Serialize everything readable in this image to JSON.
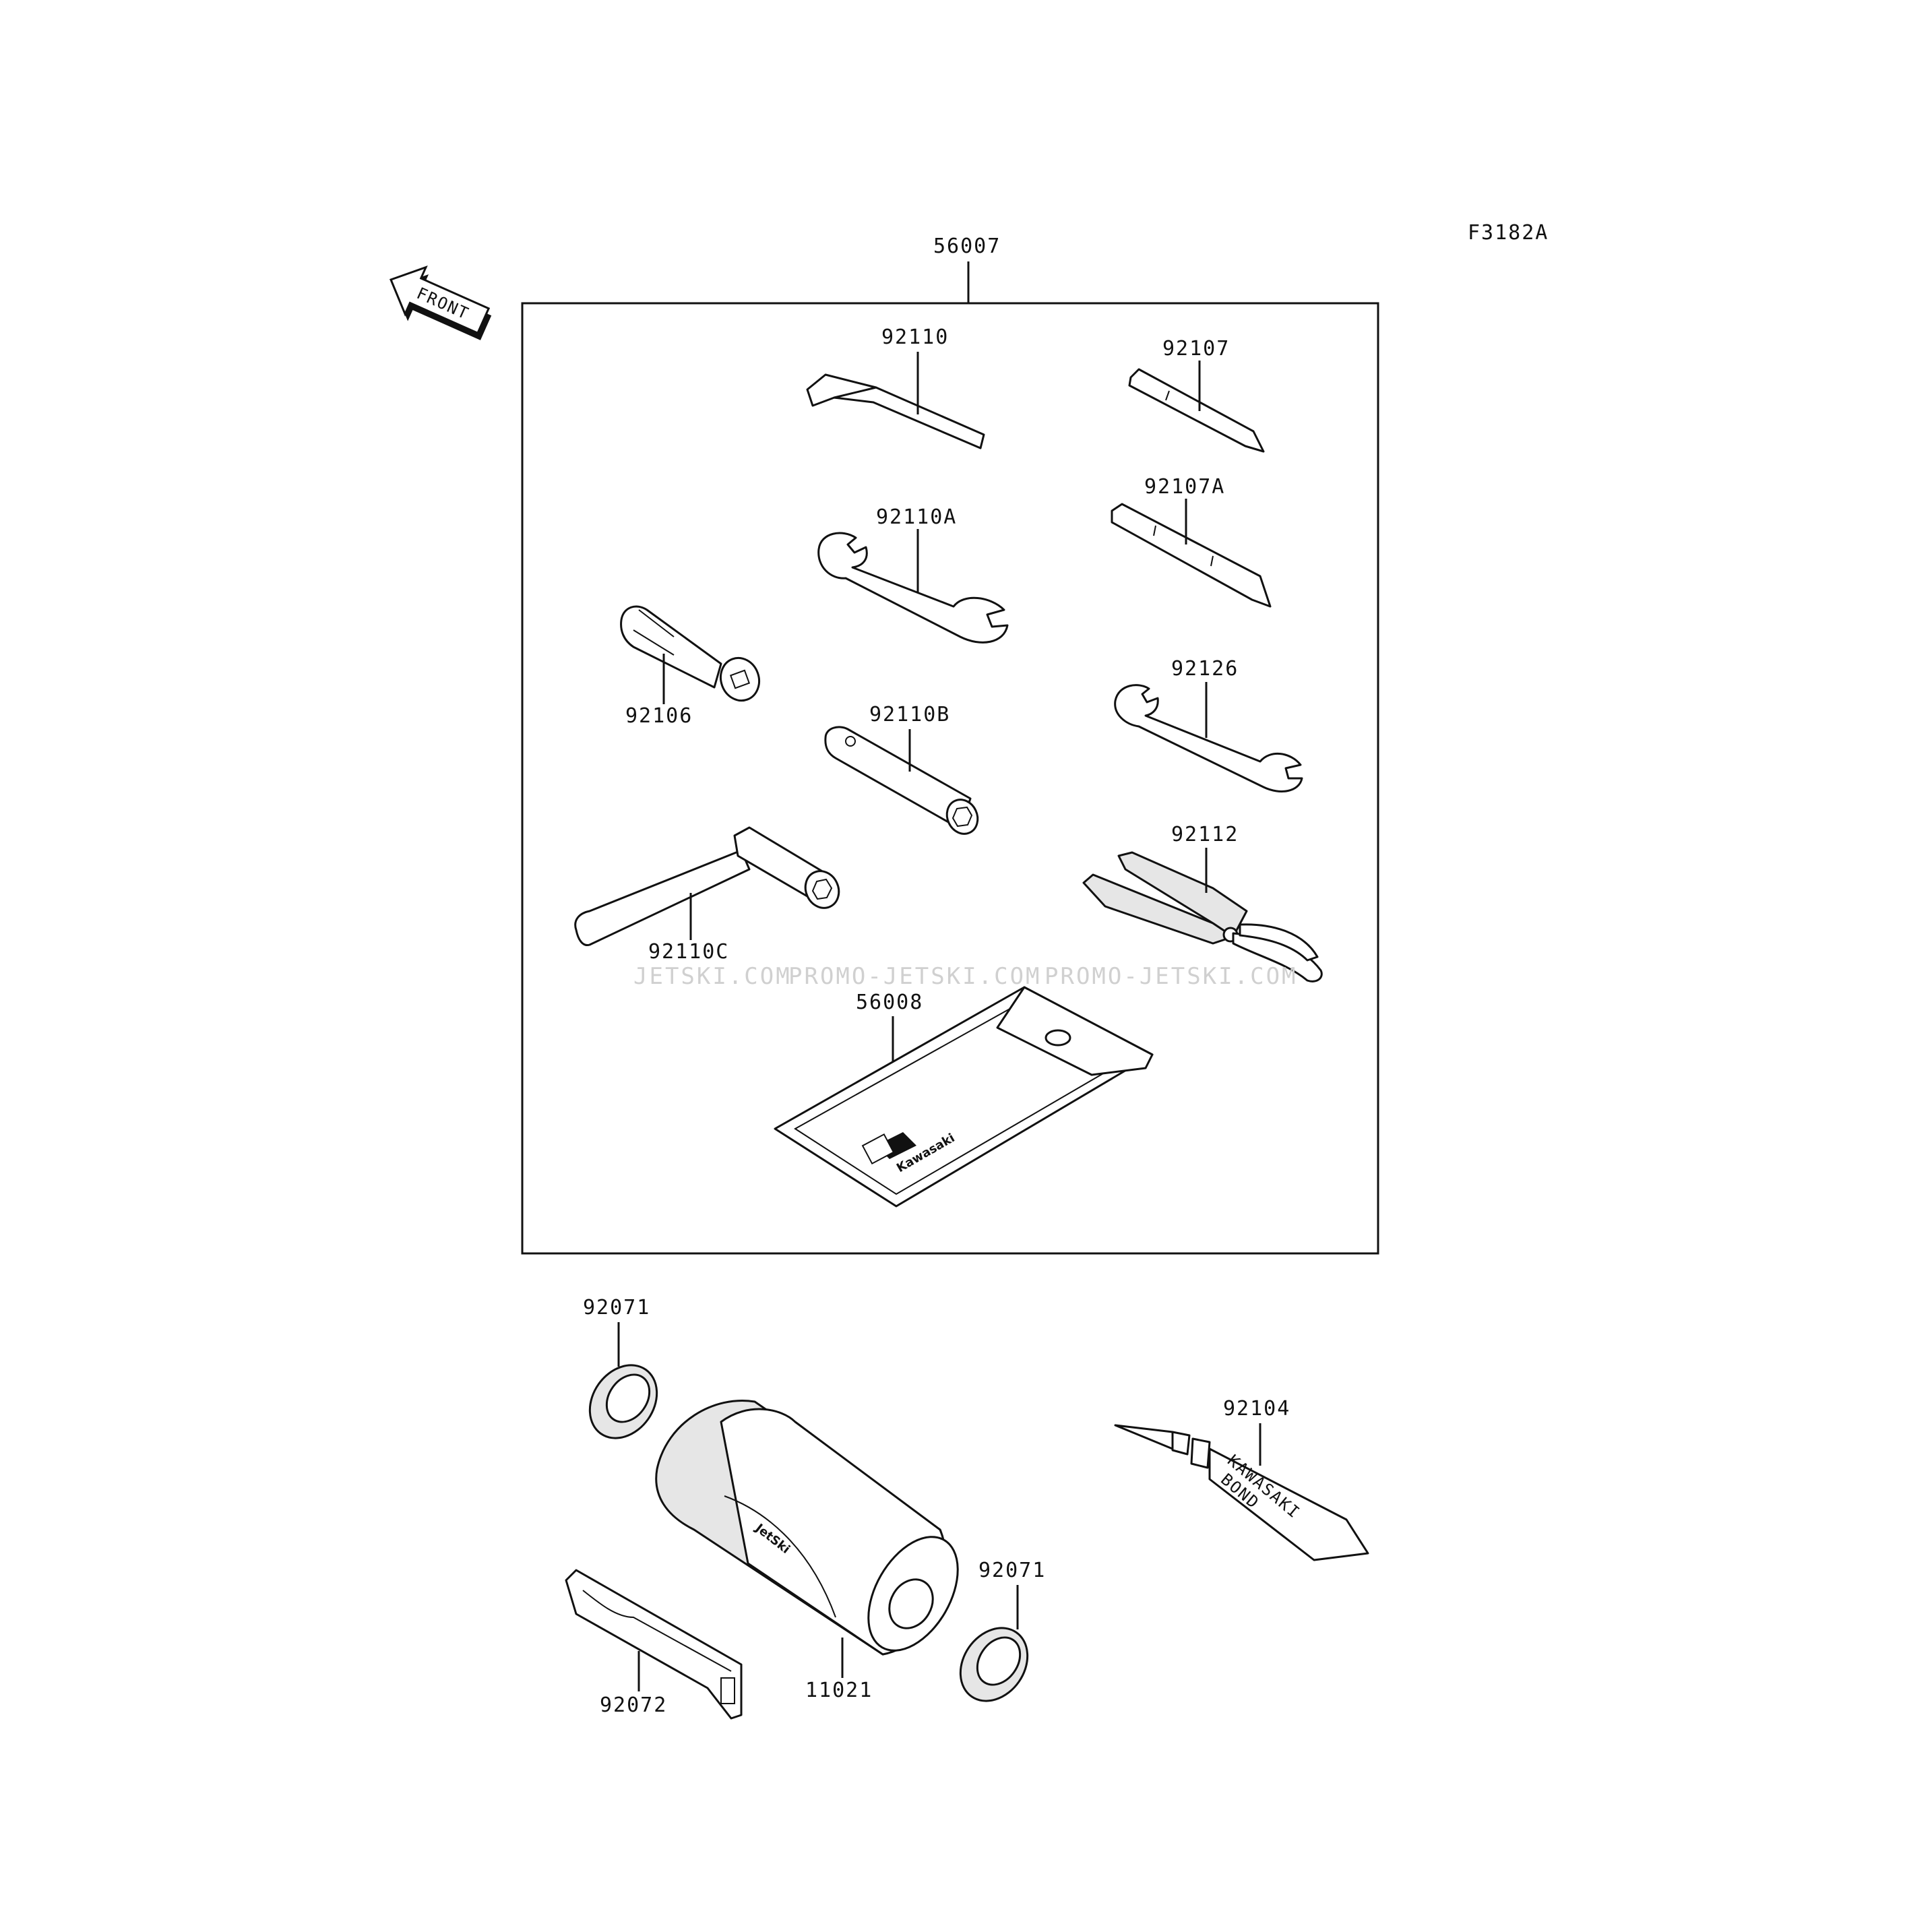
{
  "figure_code": "F3182A",
  "front_label": "FRONT",
  "watermark": [
    "JETSKI.COM",
    "PROMO-JETSKI.COM",
    "PROMO-JETSKI.COM"
  ],
  "kit_label": "56007",
  "parts": {
    "p92110": "92110",
    "p92107": "92107",
    "p92110A": "92110A",
    "p92107A": "92107A",
    "p92106": "92106",
    "p92126": "92126",
    "p92110B": "92110B",
    "p92112": "92112",
    "p92110C": "92110C",
    "p56008": "56008",
    "p92071a": "92071",
    "p92104": "92104",
    "p92071b": "92071",
    "p11021": "11021",
    "p92072": "92072"
  },
  "printed_on_parts": {
    "bond_brand": "KAWASAKI",
    "bond_type": "BOND",
    "case_brand": "JetSki",
    "pouch_brand": "Kawasaki"
  }
}
